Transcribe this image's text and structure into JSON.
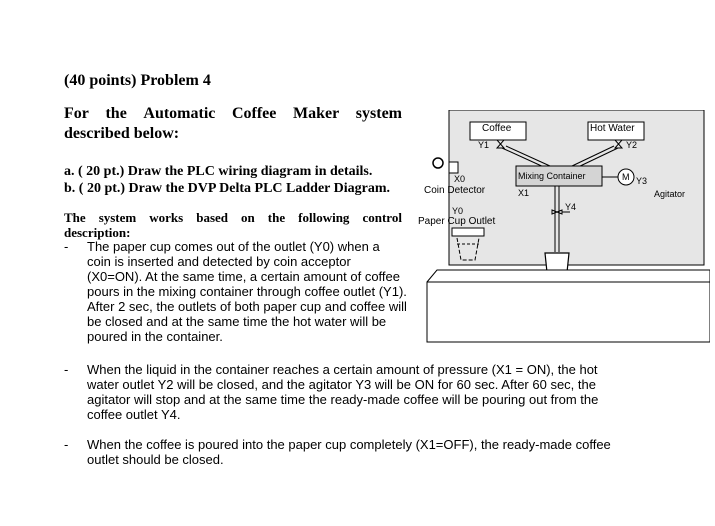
{
  "problem": {
    "title": "(40 points) Problem 4",
    "intro_line1_words": [
      "For",
      "the",
      "Automatic",
      "Coffee",
      "Maker",
      "system"
    ],
    "intro_line2": "described below:"
  },
  "tasks": {
    "a": "a.  ( 20 pt.) Draw the PLC wiring diagram in details.",
    "b": "b.  ( 20 pt.) Draw the DVP Delta PLC Ladder Diagram."
  },
  "system_description": {
    "line1_words": [
      "The",
      "system",
      "works",
      "based",
      "on",
      "the",
      "following",
      "control"
    ],
    "line2": "description:"
  },
  "bullets": [
    {
      "dash": "-",
      "text": "The paper cup comes out of the outlet (Y0) when a coin is inserted and detected by coin acceptor (X0=ON). At the same time, a certain amount of coffee pours in the mixing container through coffee outlet (Y1). After 2 sec, the outlets of both paper cup and coffee will be closed and at the same time the hot water will be poured in the container."
    },
    {
      "dash": "-",
      "text": "When the liquid in the container reaches a certain amount of pressure (X1 = ON), the hot water outlet Y2 will be closed, and the agitator Y3 will be ON for 60 sec. After 60 sec, the agitator will stop and at the same time the ready-made coffee will be pouring out from the coffee outlet Y4."
    },
    {
      "dash": "-",
      "text": "When the coffee is poured into the paper cup completely (X1=OFF), the ready-made coffee outlet should be closed."
    }
  ],
  "diagram": {
    "labels": {
      "coffee": "Coffee",
      "y1": "Y1",
      "hot_water": "Hot Water",
      "y2": "Y2",
      "mixing_container": "Mixing Container",
      "x1": "X1",
      "motor": "M",
      "y3": "Y3",
      "agitator": "Agitator",
      "y4": "Y4",
      "x0": "X0",
      "coin_detector": "Coin Detector",
      "y0": "Y0",
      "paper_cup_outlet": "Paper Cup Outlet"
    },
    "colors": {
      "panel": "#e6e6e6",
      "container": "#d4d4d4",
      "line": "#000000"
    }
  }
}
